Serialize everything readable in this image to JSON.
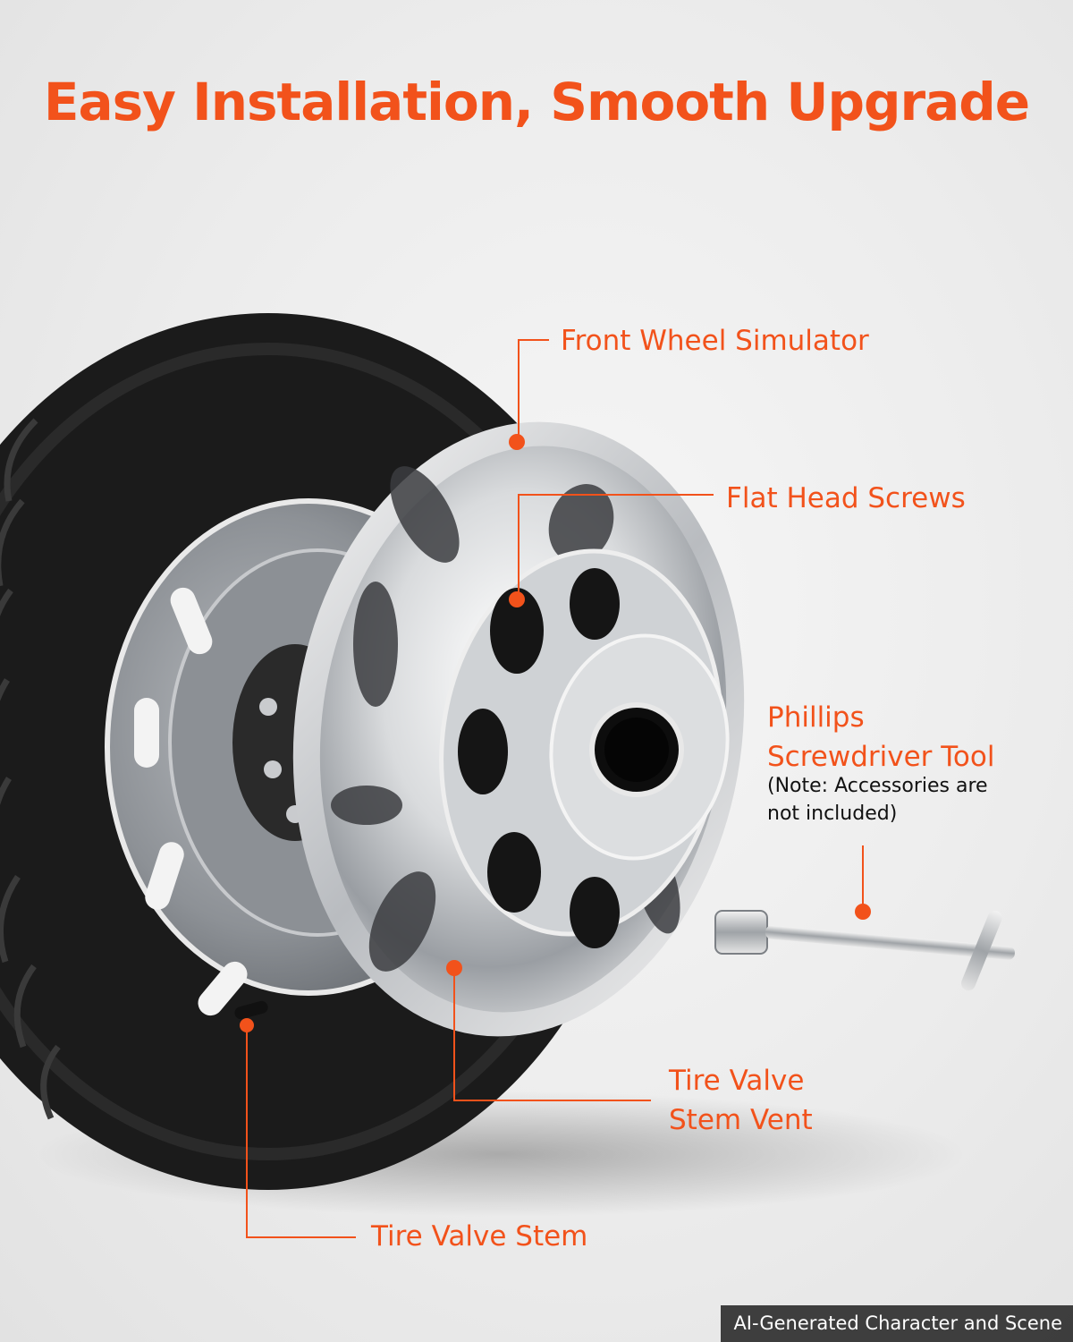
{
  "headline": "Easy Installation, Smooth Upgrade",
  "callouts": {
    "front_wheel_simulator": "Front Wheel Simulator",
    "flat_head_screws": "Flat Head Screws",
    "phillips_line1": "Phillips",
    "phillips_line2": "Screwdriver Tool",
    "phillips_note_line1": "(Note: Accessories are",
    "phillips_note_line2": "not included)",
    "valve_vent_line1": "Tire Valve",
    "valve_vent_line2": "Stem Vent",
    "valve_stem": "Tire Valve Stem"
  },
  "badge": "AI-Generated Character and Scene",
  "colors": {
    "accent": "#f2521b",
    "background": "#efefef",
    "chrome": "#d8dadc",
    "tire": "#1b1b1b"
  },
  "icons": [
    "tire-illustration",
    "wheel-simulator-illustration",
    "screwdriver-tool-illustration",
    "callout-dot-icon"
  ]
}
